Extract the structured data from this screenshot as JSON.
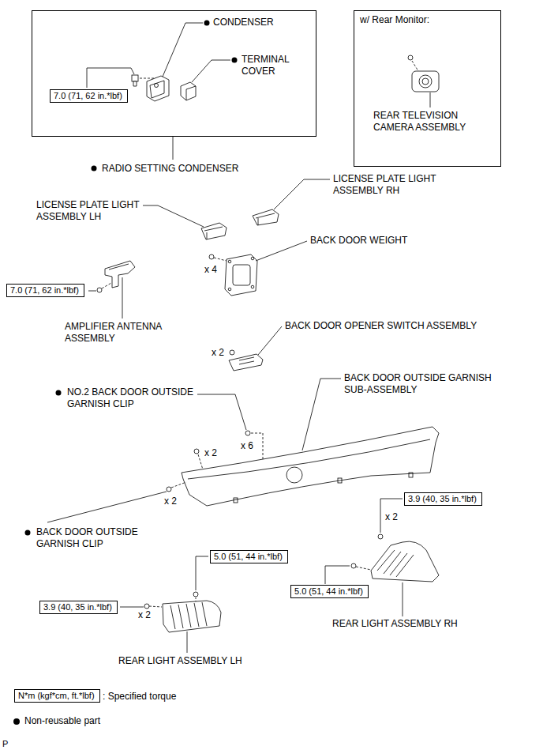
{
  "diagram": {
    "nodes": [
      {
        "text": [
          "RADIO SETTING CONDENSER"
        ]
      },
      {
        "text": [
          "7.0 (71, 62 in.*lbf)"
        ],
        "in": 0
      },
      {
        "text": [
          "w/ Rear Monitor:"
        ]
      },
      {
        "text": [
          "7.0 (71, 62 in.*lbf)"
        ]
      },
      {
        "text": [
          "3.9 (40, 35 in.*lbf)"
        ]
      },
      {
        "text": [
          "5.0 (51, 44 in.*lbf)"
        ]
      },
      {
        "text": [
          "5.0 (51, 44 in.*lbf)"
        ]
      },
      {
        "text": [
          "3.9 (40, 35 in.*lbf)"
        ]
      },
      {
        "text": [
          "N*m (kgf*cm, ft.*lbf)"
        ]
      }
    ],
    "labels": [
      "CONDENSER",
      "TERMINAL COVER",
      "REAR TELEVISION CAMERA ASSEMBLY",
      "LICENSE PLATE LIGHT ASSEMBLY LH",
      "LICENSE PLATE LIGHT ASSEMBLY RH",
      "BACK DOOR WEIGHT",
      "x 4",
      "AMPLIFIER ANTENNA ASSEMBLY",
      "BACK DOOR OPENER SWITCH ASSEMBLY",
      "x 2",
      "BACK DOOR OUTSIDE GARNISH SUB-ASSEMBLY",
      "NO.2 BACK DOOR OUTSIDE GARNISH CLIP",
      "x 6",
      "x 2",
      "x 2",
      "BACK DOOR OUTSIDE GARNISH CLIP",
      "x 2",
      "REAR LIGHT ASSEMBLY RH",
      "x 2",
      "REAR LIGHT ASSEMBLY LH",
      "P"
    ],
    "legend": [
      {
        "text": ": Specified torque"
      },
      {
        "text": "Non-reusable part",
        "color": "#000000"
      }
    ]
  }
}
